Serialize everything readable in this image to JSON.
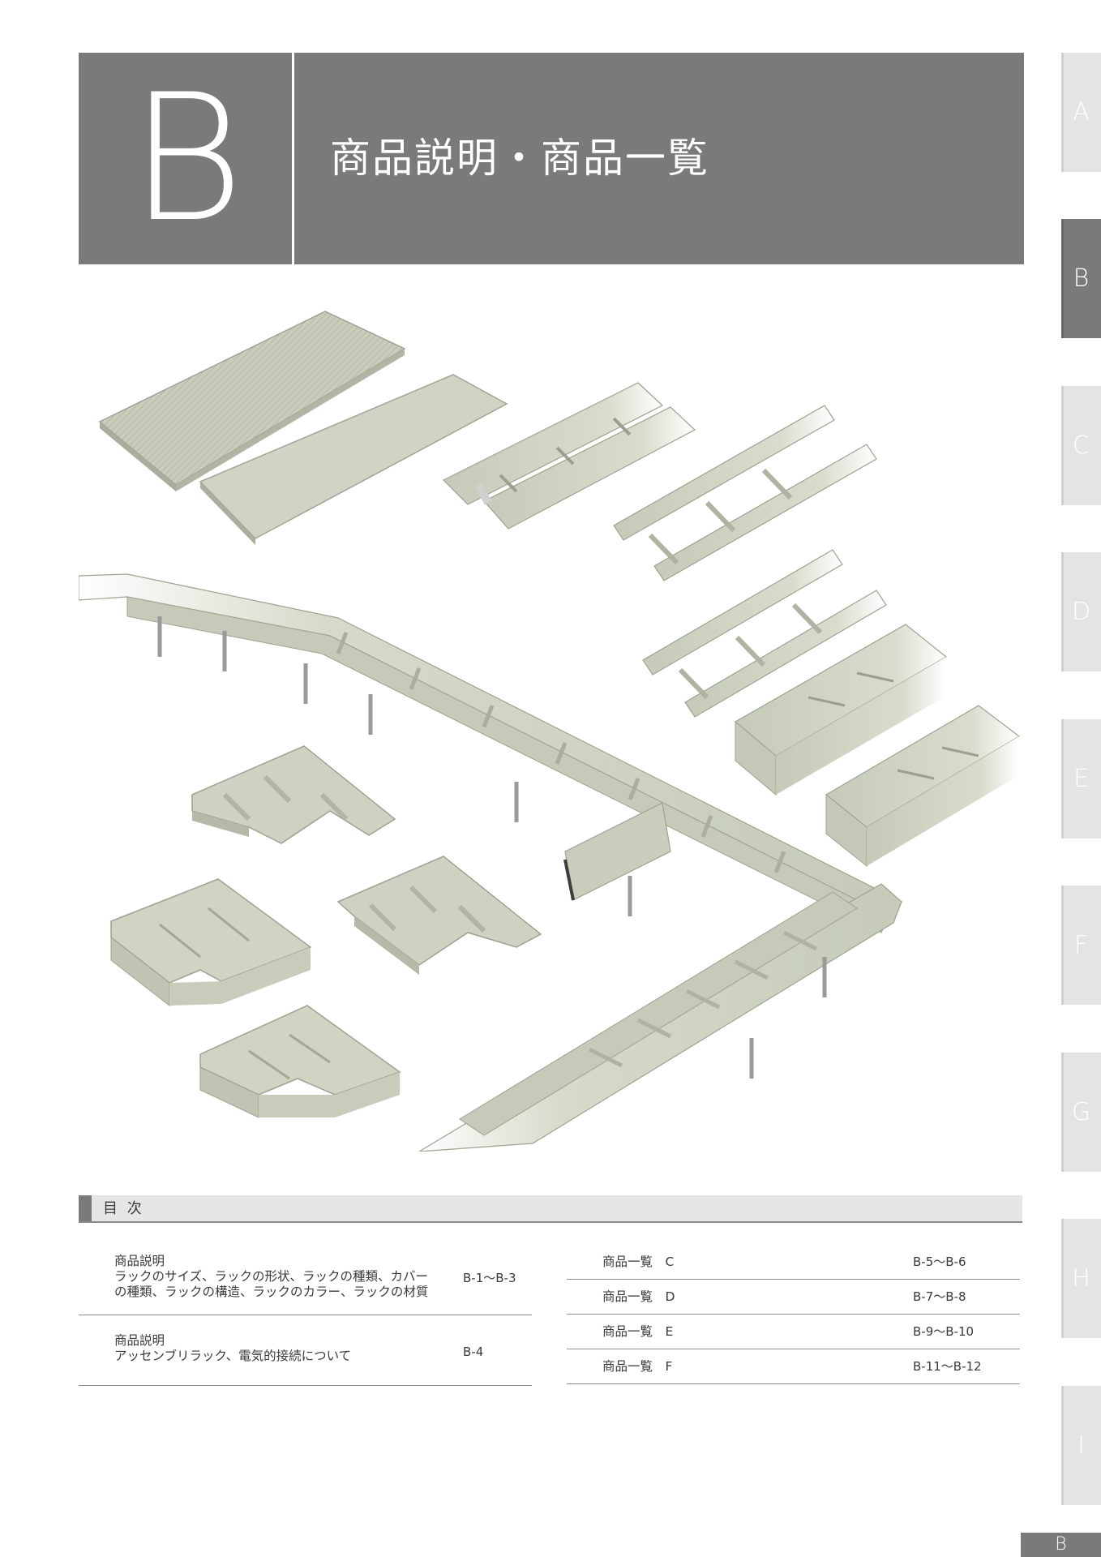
{
  "header": {
    "letter": "B",
    "title": "商品説明・商品一覧"
  },
  "side_tabs": [
    {
      "label": "A",
      "active": false
    },
    {
      "label": "B",
      "active": true
    },
    {
      "label": "C",
      "active": false
    },
    {
      "label": "D",
      "active": false
    },
    {
      "label": "E",
      "active": false
    },
    {
      "label": "F",
      "active": false
    },
    {
      "label": "G",
      "active": false
    },
    {
      "label": "H",
      "active": false
    },
    {
      "label": "I",
      "active": false
    }
  ],
  "colors": {
    "banner": "#7b7a7a",
    "tab_inactive": "#e4e4e4",
    "product": "#c9cfbd"
  },
  "toc": {
    "heading": "目 次",
    "left": [
      {
        "title": "商品説明",
        "desc_line1": "ラックのサイズ、ラックの形状、ラックの種類、カバー",
        "desc_line2": "の種類、ラックの構造、ラックのカラー、ラックの材質",
        "pages": "B-1〜B-3"
      },
      {
        "title": "商品説明",
        "desc_line1": "アッセンブリラック、電気的接続について",
        "pages": "B-4"
      }
    ],
    "right": [
      {
        "label": "商品一覧",
        "code": "C",
        "pages": "B-5〜B-6"
      },
      {
        "label": "商品一覧",
        "code": "D",
        "pages": "B-7〜B-8"
      },
      {
        "label": "商品一覧",
        "code": "E",
        "pages": "B-9〜B-10"
      },
      {
        "label": "商品一覧",
        "code": "F",
        "pages": "B-11〜B-12"
      }
    ]
  },
  "page_marker": "B"
}
